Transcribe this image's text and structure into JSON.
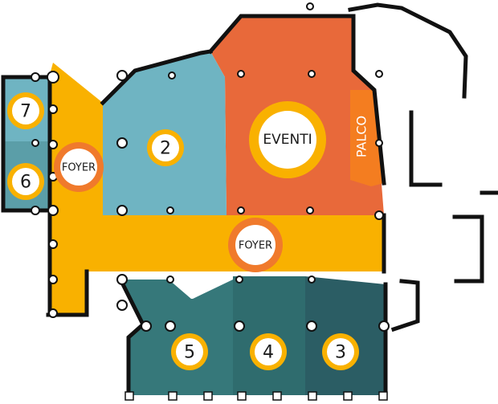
{
  "colors": {
    "foyer": "#f9b100",
    "eventi": "#e8693a",
    "palco": "#f47d20",
    "light_teal": "#6fb4c2",
    "mid_teal": "#5b9ea8",
    "room4": "#2f6c6e",
    "room3": "#2b5d64",
    "room5": "#36787a",
    "badge_ring": "#f9b100",
    "foyer_ring": "#f07a2c",
    "wall": "#111111"
  },
  "rooms": {
    "r7": "7",
    "r6": "6",
    "r2": "2",
    "r5": "5",
    "r4": "4",
    "r3": "3",
    "eventi": "EVENTI",
    "palco": "PALCO",
    "foyer_left": "FOYER",
    "foyer_center": "FOYER"
  }
}
